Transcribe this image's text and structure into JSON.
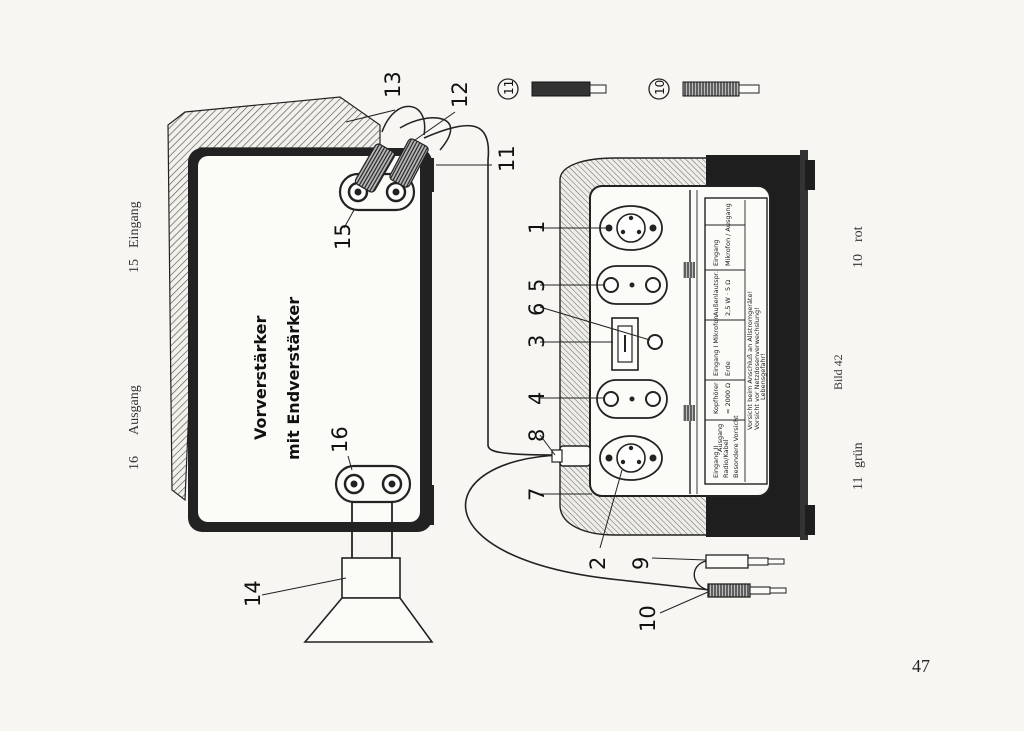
{
  "figure": {
    "caption": "Bild 42",
    "page_number": "47",
    "case_label_line1": "Vorverstärker",
    "case_label_line2": "mit Endverstärker"
  },
  "legend": [
    {
      "num": "16",
      "text": "Ausgang"
    },
    {
      "num": "15",
      "text": "Eingang"
    },
    {
      "num": "11",
      "text": "grün"
    },
    {
      "num": "10",
      "text": "rot"
    }
  ],
  "callouts": [
    "1",
    "2",
    "3",
    "4",
    "5",
    "6",
    "7",
    "8",
    "9",
    "10",
    "11",
    "12",
    "13",
    "14",
    "15",
    "16"
  ],
  "plate": {
    "col1_top": "Eingang II",
    "col1_bot": "Radio/Kabel",
    "col2": "Ausgang",
    "col3_top": "Kopfhörer",
    "col3_bot": "= 2000 Ω",
    "col4_top": "Eingang I Mikrofon",
    "col4_bot": "Erde",
    "col5_top": "Außenlautspr.",
    "col5_bot": "2,5 W · 5 Ω",
    "col6_top": "Eingang",
    "col6_bot": "Mikrofon / Ausgang",
    "warning_1": "Vorsicht beim Anschluß an Allstromgeräte!",
    "warning_2": "Vorsicht vor Netzdosenverwechslung!",
    "warning_3": "Lebensgefahr!",
    "warning_4": "Besondere Vorsicht"
  },
  "colors": {
    "ink": "#1e1e1e",
    "paper": "#f7f6f2",
    "hatch": "#6a6a6a"
  }
}
